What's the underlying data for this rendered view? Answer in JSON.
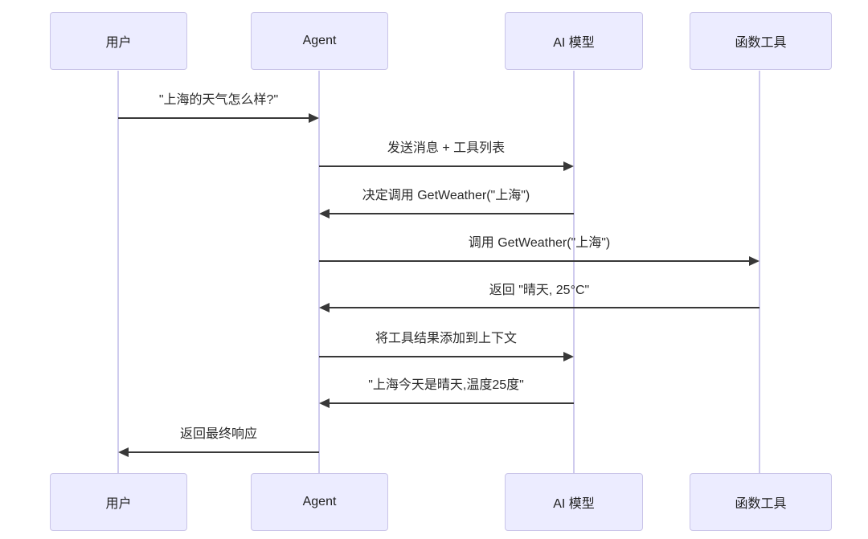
{
  "diagram": {
    "type": "sequence",
    "colors": {
      "background": "#ffffff",
      "actor_fill": "#ececff",
      "actor_border": "#c9c4e8",
      "lifeline": "#cfcbee",
      "arrow": "#383838",
      "text": "#2a2a2a"
    },
    "actors": [
      {
        "id": "user",
        "label": "用户"
      },
      {
        "id": "agent",
        "label": "Agent"
      },
      {
        "id": "model",
        "label": "AI 模型"
      },
      {
        "id": "tools",
        "label": "函数工具"
      }
    ],
    "messages": [
      {
        "from": "用户",
        "to": "Agent",
        "direction": "right",
        "style": "solid",
        "label": "\"上海的天气怎么样?\""
      },
      {
        "from": "Agent",
        "to": "AI 模型",
        "direction": "right",
        "style": "solid",
        "label": "发送消息 + 工具列表"
      },
      {
        "from": "AI 模型",
        "to": "Agent",
        "direction": "left",
        "style": "solid",
        "label": "决定调用 GetWeather(\"上海\")"
      },
      {
        "from": "Agent",
        "to": "函数工具",
        "direction": "right",
        "style": "solid",
        "label": "调用 GetWeather(\"上海\")"
      },
      {
        "from": "函数工具",
        "to": "Agent",
        "direction": "left",
        "style": "solid",
        "label": "返回 \"晴天, 25°C\""
      },
      {
        "from": "Agent",
        "to": "AI 模型",
        "direction": "right",
        "style": "solid",
        "label": "将工具结果添加到上下文"
      },
      {
        "from": "AI 模型",
        "to": "Agent",
        "direction": "left",
        "style": "solid",
        "label": "\"上海今天是晴天,温度25度\""
      },
      {
        "from": "Agent",
        "to": "用户",
        "direction": "left",
        "style": "solid",
        "label": "返回最终响应"
      }
    ]
  }
}
